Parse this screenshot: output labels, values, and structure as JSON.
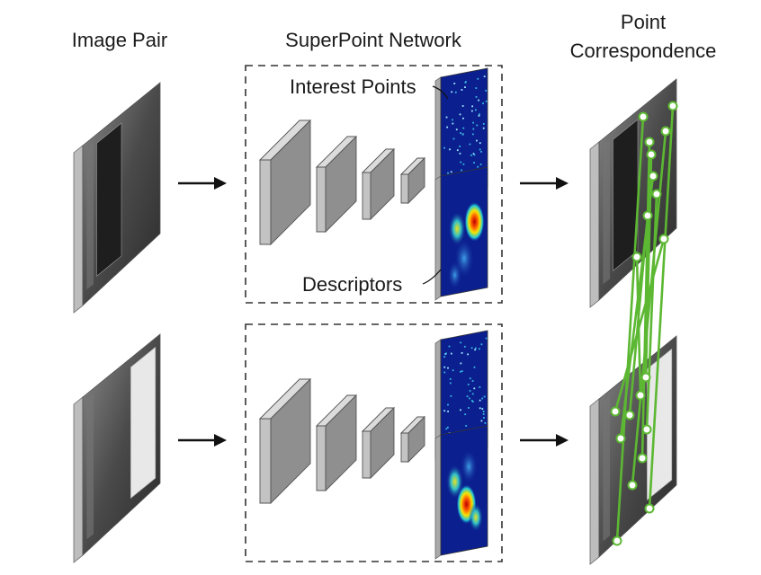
{
  "columns": {
    "image_pair": "Image Pair",
    "network": "SuperPoint Network",
    "correspondence_line1": "Point",
    "correspondence_line2": "Correspondence"
  },
  "annotations": {
    "interest_points": "Interest Points",
    "descriptors": "Descriptors"
  },
  "colors": {
    "match_line": "#5cb832",
    "layer_face": "#c3c3c3",
    "layer_top": "#dcdcdc",
    "layer_side": "#8f8f8f",
    "heatmap_bg": "#0b1f8f",
    "arrow": "#111111"
  }
}
